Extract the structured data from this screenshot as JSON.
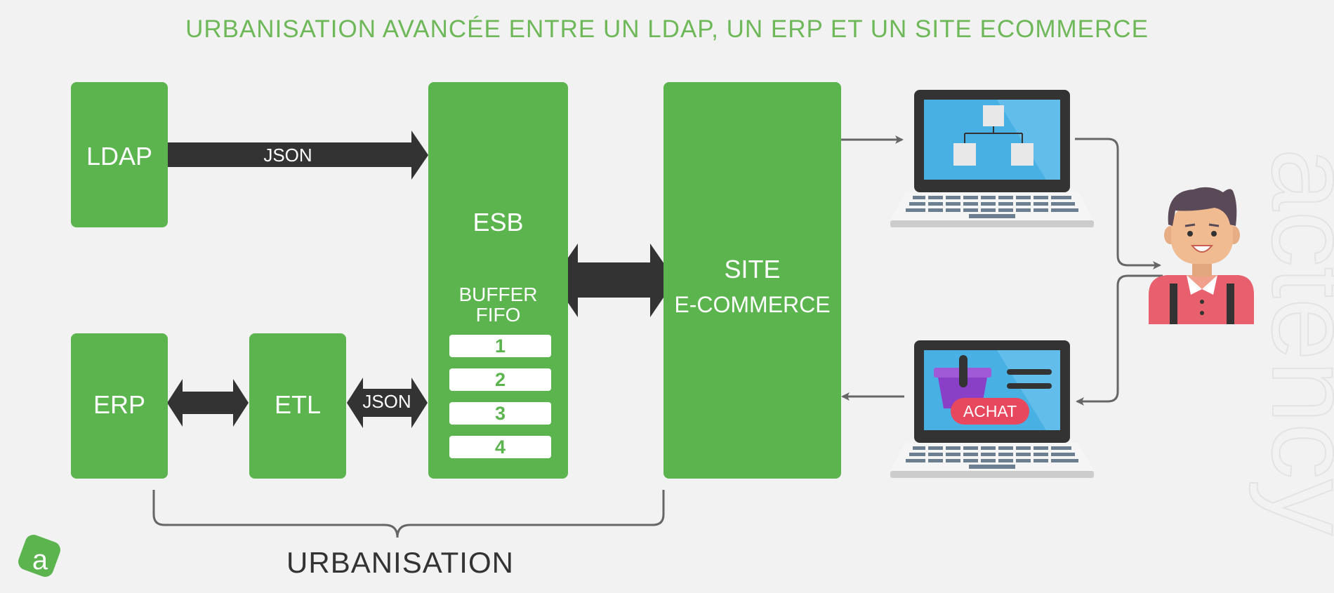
{
  "title": "URBANISATION AVANCÉE ENTRE UN LDAP, UN ERP ET UN SITE ECOMMERCE",
  "nodes": {
    "ldap": "LDAP",
    "erp": "ERP",
    "etl": "ETL",
    "esb": "ESB",
    "buffer_line1": "BUFFER",
    "buffer_line2": "FIFO",
    "site_line1": "SITE",
    "site_line2": "E-COMMERCE"
  },
  "buffer_slots": [
    "1",
    "2",
    "3",
    "4"
  ],
  "arrows": {
    "ldap_to_esb": "JSON",
    "etl_to_esb": "JSON"
  },
  "laptop_button": "ACHAT",
  "brace_label": "URBANISATION",
  "watermark": "actency",
  "logo": "a",
  "colors": {
    "green": "#5bb44e",
    "title_green": "#6fb85a",
    "dark_arrow": "#333333",
    "screen_blue": "#49b0e3",
    "achat_red": "#e8485e"
  },
  "icons": [
    "laptop-sitemap-icon",
    "laptop-shopping-icon",
    "person-icon",
    "basket-icon",
    "actency-logo-icon"
  ]
}
